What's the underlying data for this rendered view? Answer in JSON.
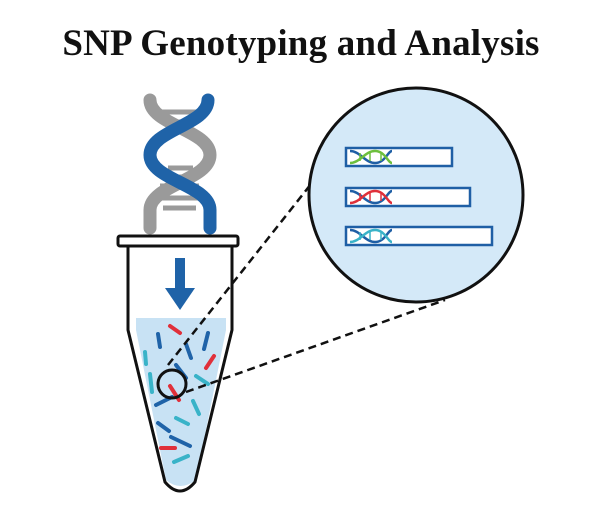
{
  "title": "SNP Genotyping and Analysis",
  "colors": {
    "dna_blue": "#1f63a8",
    "dna_gray": "#9a9a9a",
    "liquid": "#c8e2f4",
    "circle_fill": "#d4e9f8",
    "tube_outline": "#111111",
    "allele_green": "#6dbf3d",
    "allele_red": "#e0303a",
    "allele_teal": "#39b3c8",
    "fragment_blue": "#1f5fa5"
  },
  "icons": [
    "dna-helix-icon",
    "down-arrow-icon",
    "microcentrifuge-tube-icon",
    "magnifier-circle-icon"
  ],
  "zoom_fragments": [
    {
      "allele": "green"
    },
    {
      "allele": "red"
    },
    {
      "allele": "teal"
    }
  ]
}
